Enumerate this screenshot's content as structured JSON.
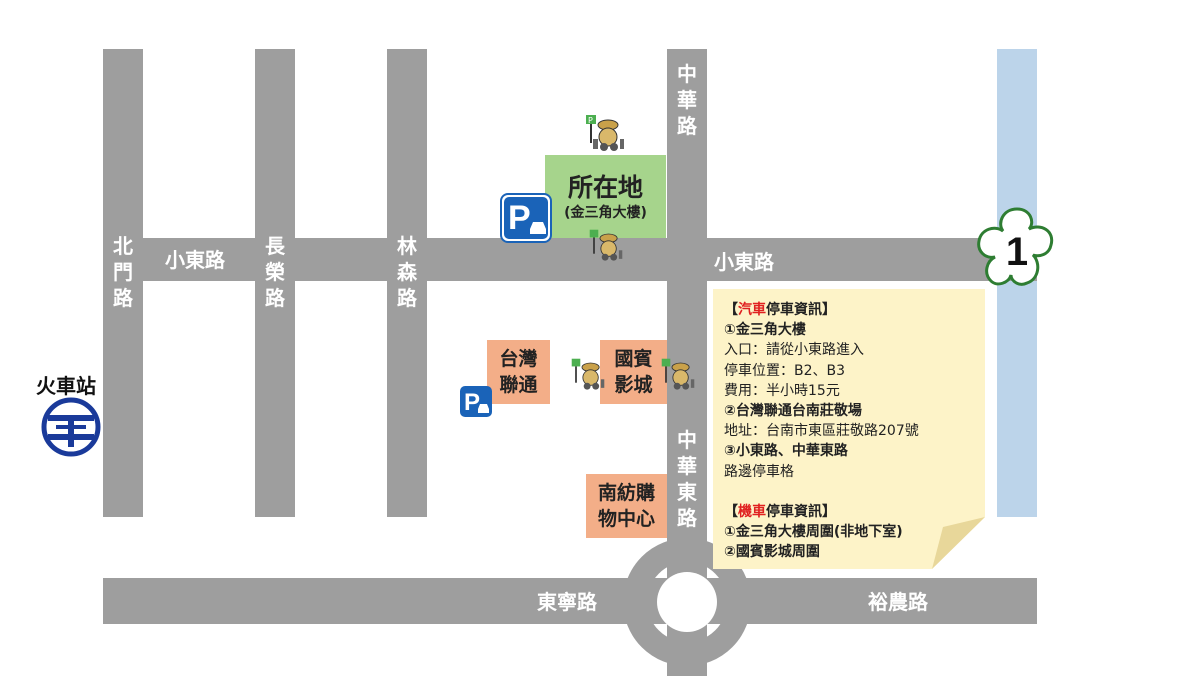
{
  "roads": {
    "xiaodong_west": "小東路",
    "xiaodong_east": "小東路",
    "beimen": "北門路",
    "changrong": "長榮路",
    "linsen": "林森路",
    "zhonghua_north": "中華路",
    "zhonghua_east": "中華東路",
    "dongning": "東寧路",
    "yunong": "裕農路"
  },
  "places": {
    "station": "火車站",
    "location_title": "所在地",
    "location_sub": "(金三角大樓)",
    "taiwan_lianto": "台灣聯通",
    "guobin": "國賓影城",
    "nanfang": "南紡購物中心",
    "route_number": "1"
  },
  "icons": {
    "parking": "parking-sign-icon",
    "scooter": "scooter-parking-icon",
    "station_logo": "taiwan-railway-logo-icon",
    "route_marker": "route-shield-icon"
  },
  "info": {
    "car_open": "【",
    "car_red": "汽車",
    "car_rest": "停車資訊】",
    "lines": [
      {
        "text": "①金三角大樓",
        "bold": true
      },
      {
        "text": "入口：請從小東路進入",
        "bold": false
      },
      {
        "text": "停車位置：B2、B3",
        "bold": false
      },
      {
        "text": "費用：半小時15元",
        "bold": false
      },
      {
        "text": "②台灣聯通台南莊敬場",
        "bold": true
      },
      {
        "text": "地址：台南市東區莊敬路207號",
        "bold": false
      },
      {
        "text": "③小東路、中華東路",
        "bold": true
      },
      {
        "text": "路邊停車格",
        "bold": false
      }
    ],
    "moto_open": "【",
    "moto_red": "機車",
    "moto_rest": "停車資訊】",
    "moto_lines": [
      {
        "text": "①金三角大樓周圍(非地下室)",
        "bold": true
      },
      {
        "text": "②國賓影城周圍",
        "bold": true
      }
    ]
  },
  "colors": {
    "road": "#9e9e9e",
    "river": "#bcd4ea",
    "location_block": "#a6d48c",
    "landmark_block": "#f3ae88",
    "note": "#fdf3c8",
    "parking_blue": "#1a63b8",
    "route_green": "#2e7d32",
    "highlight_red": "#e02020"
  }
}
